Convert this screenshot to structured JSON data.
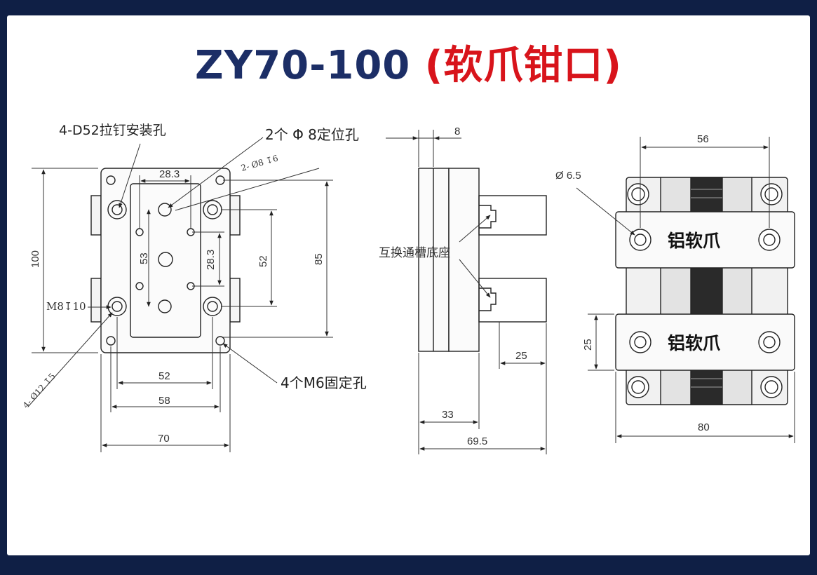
{
  "title": {
    "main": "ZY70-100",
    "sub": "(软爪钳口)"
  },
  "left_view": {
    "callout_pull_stud": "4-D52拉钉安装孔",
    "callout_locating": "2个 Φ 8定位孔",
    "callout_locating_small": "2- Ø8 ↧6",
    "callout_fixing": "4个M6固定孔",
    "callout_m8": "M8↧10",
    "callout_phi12": "4- Ø12 ↧5",
    "dim_28_3_top": "28.3",
    "dim_28_3_side": "28.3",
    "dim_53": "53",
    "dim_52_v": "52",
    "dim_85": "85",
    "dim_100": "100",
    "dim_52_h": "52",
    "dim_58": "58",
    "dim_70": "70"
  },
  "side_view": {
    "callout_base": "互换通槽底座",
    "dim_8": "8",
    "dim_25": "25",
    "dim_33": "33",
    "dim_69_5": "69.5"
  },
  "right_view": {
    "dim_56": "56",
    "dim_phi6_5": "Ø 6.5",
    "jaw_top_label": "铝软爪",
    "jaw_bottom_label": "铝软爪",
    "dim_25": "25",
    "dim_80": "80"
  },
  "colors": {
    "background": "#0f1f45",
    "title_main": "#1c2e66",
    "title_sub": "#d8141b"
  }
}
